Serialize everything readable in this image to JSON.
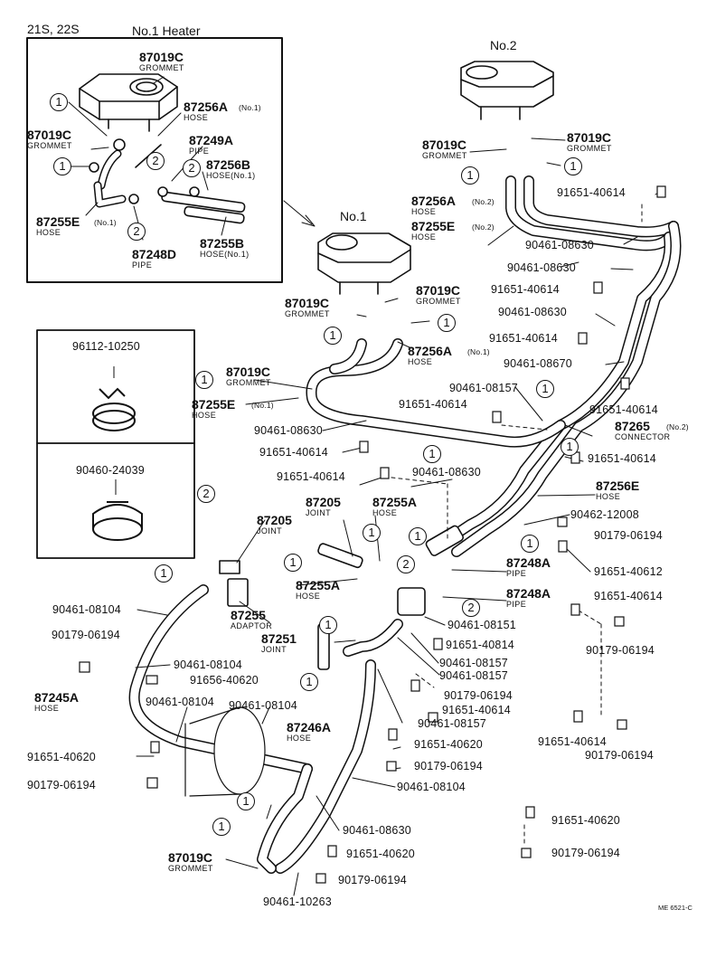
{
  "variant_label": "21S, 22S",
  "heater_no1_title": "No.1 Heater",
  "heater_no2_title": "No.2",
  "heater_no1_main_title": "No.1",
  "callouts": {
    "one": "1",
    "two": "2"
  },
  "clamp_parts": [
    "96112-10250",
    "90460-24039"
  ],
  "labels": {
    "inset_87019c_top": "87019C",
    "inset_grommet_top": "GROMMET",
    "inset_87256a": "87256A",
    "inset_87256a_note": "(No.1)",
    "inset_hose_a": "HOSE",
    "inset_87019c_left": "87019C",
    "inset_grommet_left": "GROMMET",
    "inset_87249a": "87249A",
    "inset_pipe_a": "PIPE",
    "inset_87256b": "87256B",
    "inset_hose_no1_b": "HOSE(No.1)",
    "inset_87255e": "87255E",
    "inset_87255e_note": "(No.1)",
    "inset_hose_e": "HOSE",
    "inset_87248d": "87248D",
    "inset_pipe_d": "PIPE",
    "inset_87255b": "87255B",
    "inset_hose_no1_c": "HOSE(No.1)",
    "n2_87019c_l": "87019C",
    "n2_grommet_l": "GROMMET",
    "n2_87019c_r": "87019C",
    "n2_grommet_r": "GROMMET",
    "n2_87256a": "87256A",
    "n2_87256a_note": "(No.2)",
    "n2_hose_a": "HOSE",
    "n2_87255e": "87255E",
    "n2_87255e_note": "(No.2)",
    "n2_hose_e": "HOSE",
    "p91651_40614_a": "91651-40614",
    "p90461_08630_a": "90461-08630",
    "p90461_08630_b": "90461-08630",
    "p91651_40614_b": "91651-40614",
    "p90461_08630_c": "90461-08630",
    "p91651_40614_c": "91651-40614",
    "p90461_08670": "90461-08670",
    "n1_87019c_l": "87019C",
    "n1_grommet_l": "GROMMET",
    "n1_87019c_r": "87019C",
    "n1_grommet_r": "GROMMET",
    "n1_87256a": "87256A",
    "n1_87256a_note": "(No.1)",
    "n1_hose_a": "HOSE",
    "n1_87019c_c": "87019C",
    "n1_grommet_c": "GROMMET",
    "n1_87255e": "87255E",
    "n1_87255e_note": "(No.1)",
    "n1_hose_e": "HOSE",
    "p90461_08157_a": "90461-08157",
    "p91651_40614_d": "91651-40614",
    "p91651_40614_e": "91651-40614",
    "p87265": "87265",
    "p87265_note": "(No.2)",
    "p_connector": "CONNECTOR",
    "p90461_08630_d": "90461-08630",
    "p91651_40614_f": "91651-40614",
    "p91651_40614_g": "91651-40614",
    "p90461_08630_e": "90461-08630",
    "p91651_40614_h": "91651-40614",
    "p87256e": "87256E",
    "p_hose_e2": "HOSE",
    "p90462_12008": "90462-12008",
    "p90179_06194_a": "90179-06194",
    "p87205_a": "87205",
    "p_joint_a": "JOINT",
    "p87255a_a": "87255A",
    "p_hose_a1": "HOSE",
    "p87205_b": "87205",
    "p_joint_b": "JOINT",
    "p87248a_a": "87248A",
    "p_pipe_a1": "PIPE",
    "p91651_40612": "91651-40612",
    "p87255a_b": "87255A",
    "p_hose_a2": "HOSE",
    "p87248a_b": "87248A",
    "p_pipe_a2": "PIPE",
    "p91651_40614_i": "91651-40614",
    "p90461_08104_a": "90461-08104",
    "p87255": "87255",
    "p_adaptor": "ADAPTOR",
    "p90461_08151": "90461-08151",
    "p90179_06194_b": "90179-06194",
    "p87251": "87251",
    "p_joint_c": "JOINT",
    "p91651_40814": "91651-40814",
    "p90179_06194_c": "90179-06194",
    "p90461_08104_b": "90461-08104",
    "p91656_40620": "91656-40620",
    "p90461_08157_b": "90461-08157",
    "p90461_08157_c": "90461-08157",
    "p87245a": "87245A",
    "p_hose_245": "HOSE",
    "p90461_08104_c": "90461-08104",
    "p90461_08104_d": "90461-08104",
    "p90179_06194_d": "90179-06194",
    "p91651_40614_j": "91651-40614",
    "p87246a": "87246A",
    "p_hose_246": "HOSE",
    "p90461_08157_d": "90461-08157",
    "p91651_40614_k": "91651-40614",
    "p90179_06194_e": "90179-06194",
    "p91651_40620_a": "91651-40620",
    "p91651_40620_b": "91651-40620",
    "p90179_06194_f": "90179-06194",
    "p90179_06194_g": "90179-06194",
    "p90461_08104_e": "90461-08104",
    "p91651_40620_c": "91651-40620",
    "p90461_08630_f": "90461-08630",
    "p90179_06194_h": "90179-06194",
    "p87019c_bot": "87019C",
    "p_grommet_bot": "GROMMET",
    "p91651_40620_d": "91651-40620",
    "p90179_06194_i": "90179-06194",
    "p90461_10263": "90461-10263",
    "footer_code": "ME 6521-C"
  }
}
